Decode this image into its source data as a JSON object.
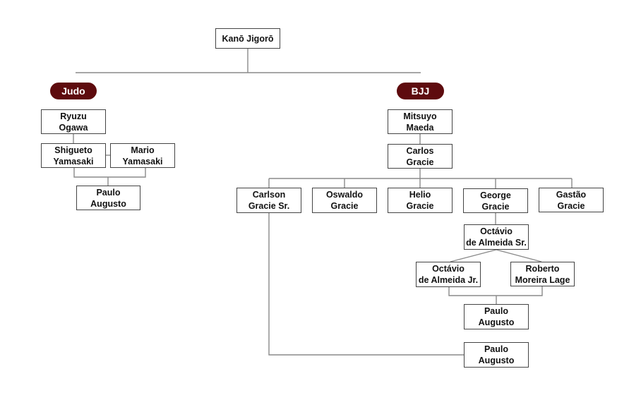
{
  "root": {
    "label": "Kanō Jigorō"
  },
  "branches": {
    "judo": {
      "label": "Judo",
      "color": "#5e0b0e"
    },
    "bjj": {
      "label": "BJJ",
      "color": "#5e0b0e"
    }
  },
  "judo_tree": {
    "ryuzu": {
      "line1": "Ryuzu",
      "line2": "Ogawa"
    },
    "shigueto": {
      "line1": "Shigueto",
      "line2": "Yamasaki"
    },
    "mario": {
      "line1": "Mario",
      "line2": "Yamasaki"
    },
    "paulo": {
      "line1": "Paulo",
      "line2": "Augusto"
    }
  },
  "bjj_tree": {
    "mitsuyo": {
      "line1": "Mitsuyo",
      "line2": "Maeda"
    },
    "carlos": {
      "line1": "Carlos",
      "line2": "Gracie"
    },
    "carlson": {
      "line1": "Carlson",
      "line2": "Gracie Sr."
    },
    "oswaldo": {
      "line1": "Oswaldo",
      "line2": "Gracie"
    },
    "helio": {
      "line1": "Helio",
      "line2": "Gracie"
    },
    "george": {
      "line1": "George",
      "line2": "Gracie"
    },
    "gastao": {
      "line1": "Gastão",
      "line2": "Gracie"
    },
    "octavio_sr": {
      "line1": "Octávio",
      "line2": "de Almeida Sr."
    },
    "octavio_jr": {
      "line1": "Octávio",
      "line2": "de Almeida Jr."
    },
    "roberto": {
      "line1": "Roberto",
      "line2": "Moreira Lage"
    },
    "paulo_1": {
      "line1": "Paulo",
      "line2": "Augusto"
    },
    "paulo_2": {
      "line1": "Paulo",
      "line2": "Augusto"
    }
  }
}
